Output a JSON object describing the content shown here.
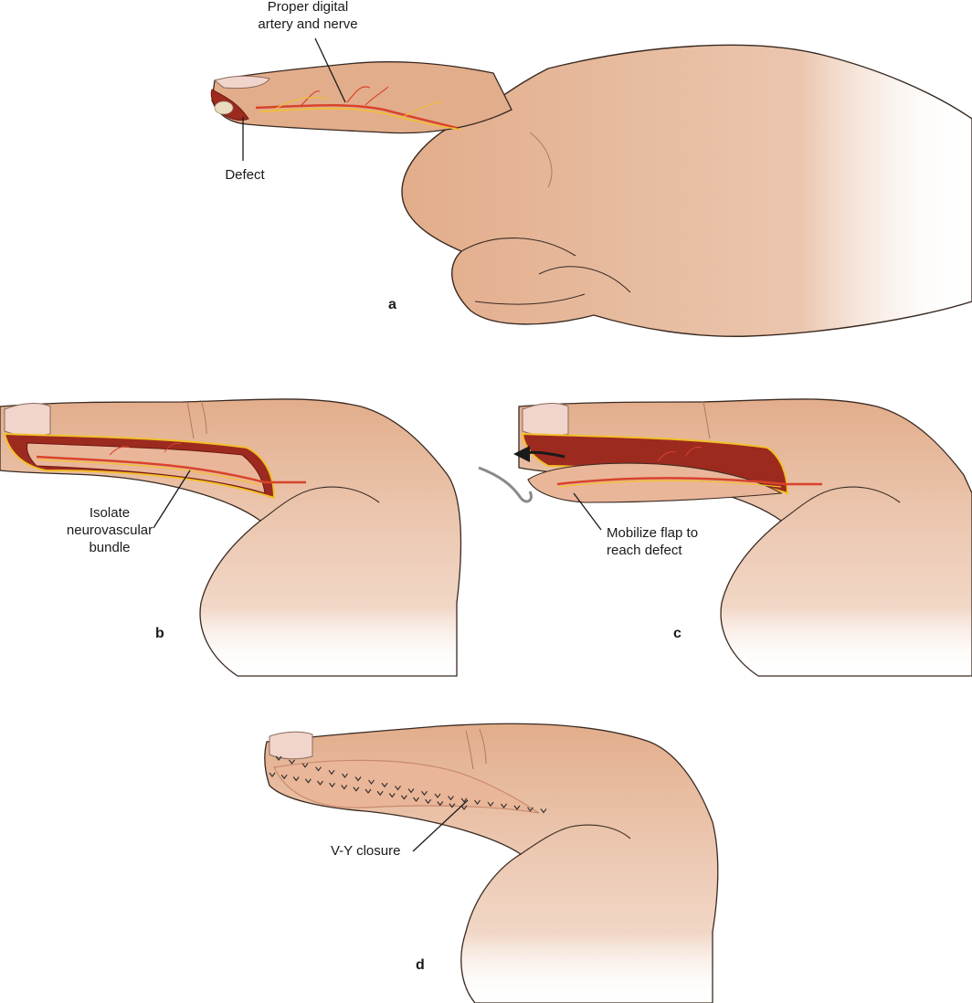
{
  "colors": {
    "skin": "#e2ad8b",
    "skin_shadow": "#cf9372",
    "skin_highlight": "#f2d0b6",
    "skin_outline": "#3a2a22",
    "nail": "#f1d4cb",
    "flesh": "#9c2a1f",
    "flesh_dark": "#6e1711",
    "artery": "#d8432c",
    "nerve": "#f2c02a",
    "flap": "#eab699",
    "suture": "#2a2a2a",
    "arrow": "#1a1a1a",
    "hook": "#8a8a8a"
  },
  "icons": [
    "hook-icon",
    "arrow-icon",
    "suture-icon"
  ],
  "panels": {
    "a": {
      "letter": "a",
      "labels": {
        "artery": [
          "Proper digital",
          "artery and nerve"
        ],
        "defect": "Defect"
      }
    },
    "b": {
      "letter": "b",
      "labels": {
        "isolate": [
          "Isolate",
          "neurovascular",
          "bundle"
        ]
      }
    },
    "c": {
      "letter": "c",
      "labels": {
        "mobilize": [
          "Mobilize flap to",
          "reach defect"
        ]
      }
    },
    "d": {
      "letter": "d",
      "labels": {
        "vy": "V-Y closure"
      }
    }
  }
}
